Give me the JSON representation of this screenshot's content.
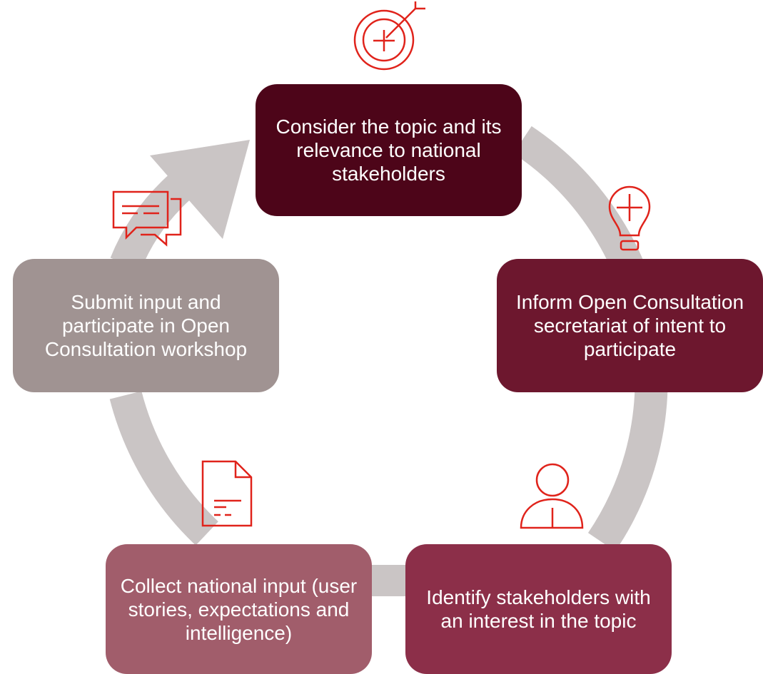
{
  "colors": {
    "ring": "#cac5c5",
    "icon_stroke": "#e0231b"
  },
  "steps": [
    {
      "label": "Consider the topic and its relevance to national stakeholders",
      "color": "#4d0519",
      "icon": "target-icon"
    },
    {
      "label": "Inform Open Consultation secretariat of intent to participate",
      "color": "#6d172e",
      "icon": "lightbulb-icon"
    },
    {
      "label": "Identify stakeholders with an interest in the topic",
      "color": "#8c2f49",
      "icon": "person-icon"
    },
    {
      "label": "Collect national input (user stories, expectations and intelligence)",
      "color": "#a15d6b",
      "icon": "document-icon"
    },
    {
      "label": "Submit input and participate in Open Consultation workshop",
      "color": "#a09392",
      "icon": "chat-bubbles-icon"
    }
  ]
}
